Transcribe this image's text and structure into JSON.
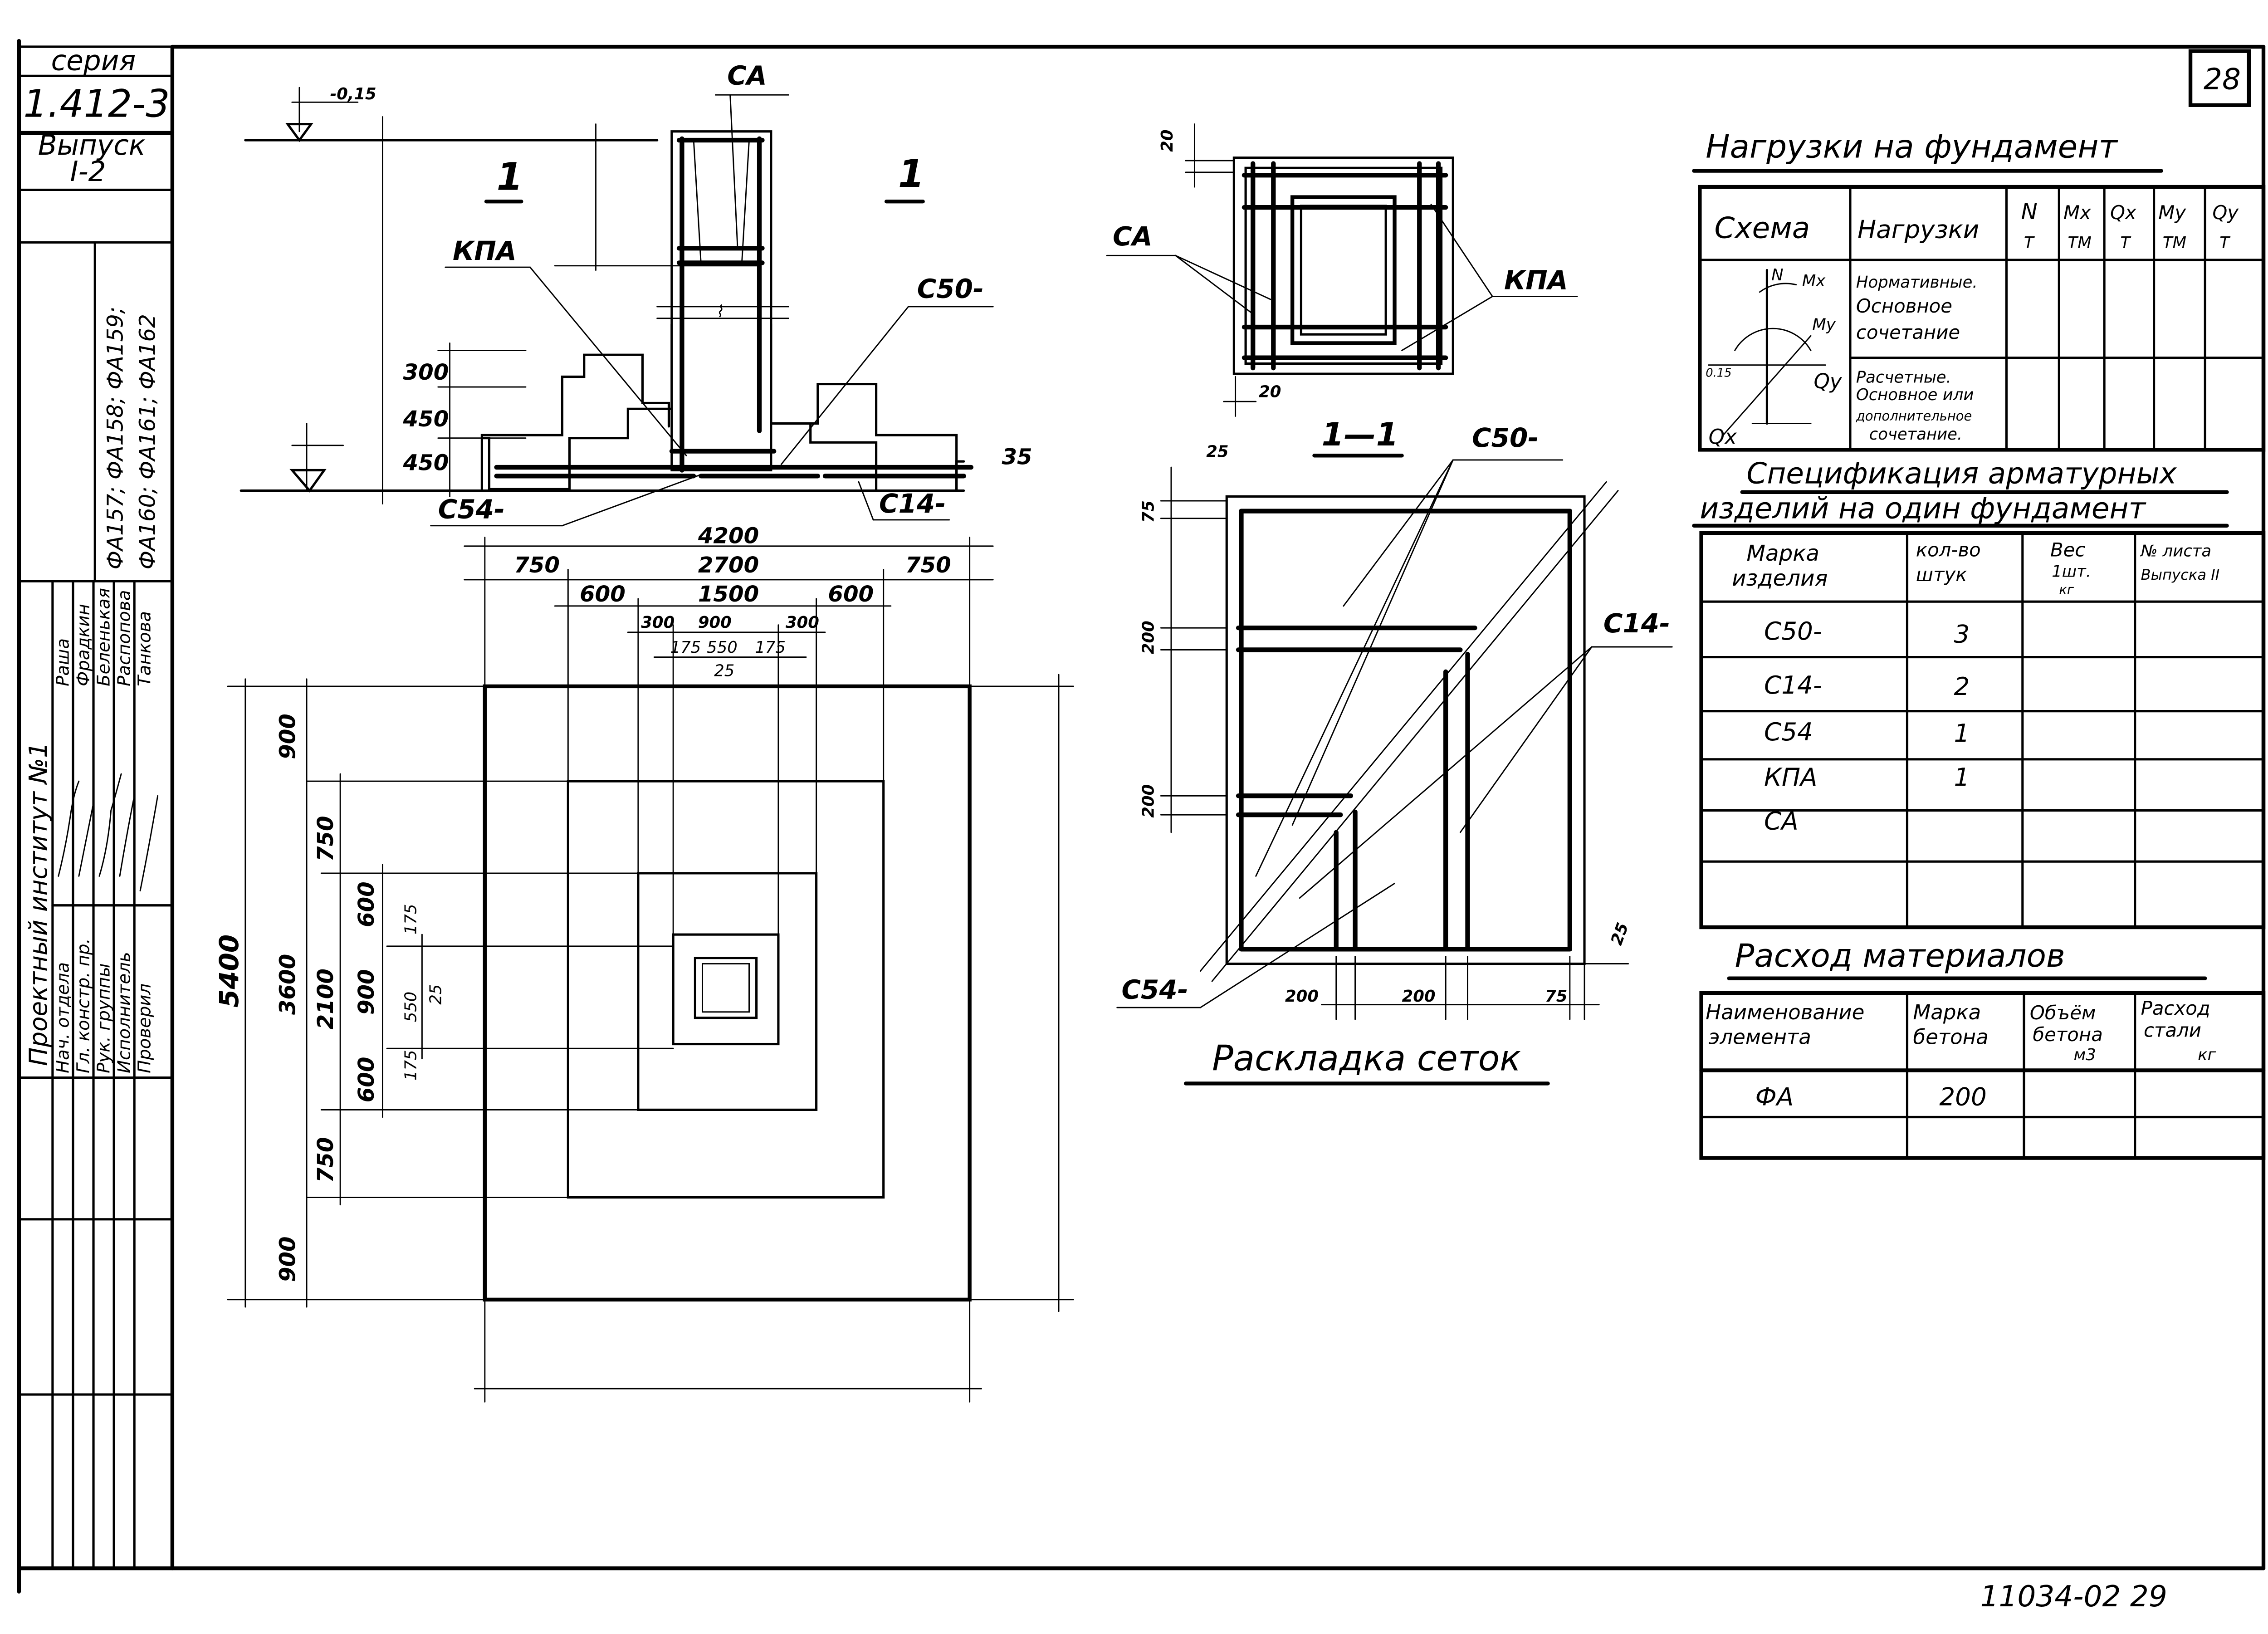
{
  "sheet": {
    "page_number": "28",
    "document_code": "11034-02 29"
  },
  "stamp": {
    "series_label": "серия",
    "series_value": "1.412-3",
    "issue_label": "Выпуск",
    "issue_value": "I-2",
    "marks_line1": "ФА157; ФА158; ФА159;",
    "marks_line2": "ФА160; ФА161; ФА162",
    "institute": "Проектный институт №1",
    "roles": [
      {
        "role": "Нач. отдела",
        "name": "Раша"
      },
      {
        "role": "Гл. констр. пр.",
        "name": "Фрадкин"
      },
      {
        "role": "Рук. группы",
        "name": "Беленькая"
      },
      {
        "role": "Исполнитель",
        "name": "Распопова"
      },
      {
        "role": "Проверил",
        "name": "Танкова"
      }
    ]
  },
  "section_view": {
    "elevation_top": "-0,15",
    "section_mark_left": "1",
    "section_mark_right": "1",
    "labels": {
      "ca": "СА",
      "kpa": "КПА",
      "c50": "С50-",
      "c54": "С54-",
      "c14": "С14-"
    },
    "step_heights": [
      "300",
      "450",
      "450"
    ],
    "cover": "35"
  },
  "plan_view": {
    "horizontal_dims": {
      "overall": "4200",
      "row1": [
        "750",
        "2700",
        "750"
      ],
      "row2": [
        "600",
        "1500",
        "600"
      ],
      "row3": [
        "300",
        "900",
        "300"
      ],
      "row4": [
        "175",
        "550",
        "175"
      ],
      "gap": "25"
    },
    "vertical_dims": {
      "overall": "5400",
      "row1": [
        "900",
        "3600",
        "900"
      ],
      "row2": [
        "750",
        "2100",
        "750"
      ],
      "row3": [
        "600",
        "900",
        "600"
      ],
      "row4": [
        "175",
        "550",
        "175"
      ],
      "gap": "25"
    }
  },
  "top_view": {
    "dim_top": "20",
    "dim_bottom": "20",
    "label_ca": "СА",
    "label_kpa": "КПА"
  },
  "mesh_layout": {
    "section_title": "1—1",
    "caption": "Раскладка сеток",
    "labels": {
      "c50": "С50-",
      "c14": "С14-",
      "c54": "С54-"
    },
    "dims_left": [
      "25",
      "75",
      "200",
      "200"
    ],
    "dims_bottom": [
      "200",
      "200",
      "75"
    ],
    "dim_right": "25"
  },
  "loads_table": {
    "title": "Нагрузки на фундамент",
    "headers": [
      {
        "main": "Схема",
        "unit": ""
      },
      {
        "main": "Нагрузки",
        "unit": ""
      },
      {
        "main": "N",
        "unit": "Т"
      },
      {
        "main": "Mx",
        "unit": "ТМ"
      },
      {
        "main": "Qx",
        "unit": "Т"
      },
      {
        "main": "My",
        "unit": "ТМ"
      },
      {
        "main": "Qy",
        "unit": "Т"
      }
    ],
    "rows": [
      {
        "load_lines": [
          "Нормативные.",
          "Основное",
          "сочетание"
        ],
        "values": [
          "",
          "",
          "",
          "",
          ""
        ]
      },
      {
        "load_lines": [
          "Расчетные.",
          "Основное или",
          "дополнительное",
          "сочетание."
        ],
        "values": [
          "",
          "",
          "",
          "",
          ""
        ]
      }
    ],
    "scheme_labels": {
      "n": "N",
      "mx": "Mx",
      "my": "My",
      "qy": "Qy",
      "qx": "Qx",
      "elev": "0.15"
    }
  },
  "spec_table": {
    "title_line1": "Спецификация арматурных",
    "title_line2": "изделий на один фундамент",
    "headers": [
      [
        "Марка",
        "изделия"
      ],
      [
        "кол-во",
        "штук"
      ],
      [
        "Вес",
        "1шт.",
        "кг"
      ],
      [
        "№ листа",
        "Выпуска II"
      ]
    ],
    "rows": [
      [
        "С50-",
        "3",
        "",
        ""
      ],
      [
        "С14-",
        "2",
        "",
        ""
      ],
      [
        "С54",
        "1",
        "",
        ""
      ],
      [
        "КПА",
        "1",
        "",
        ""
      ],
      [
        "СА",
        "",
        "",
        ""
      ],
      [
        "",
        "",
        "",
        ""
      ],
      [
        "",
        "",
        "",
        ""
      ]
    ]
  },
  "materials_table": {
    "title": "Расход материалов",
    "headers": [
      [
        "Наименование",
        "элемента"
      ],
      [
        "Марка",
        "бетона"
      ],
      [
        "Объём",
        "бетона",
        "м3"
      ],
      [
        "Расход",
        "стали",
        "кг"
      ]
    ],
    "rows": [
      [
        "ФА",
        "200",
        "",
        ""
      ],
      [
        "",
        "",
        "",
        ""
      ]
    ]
  }
}
